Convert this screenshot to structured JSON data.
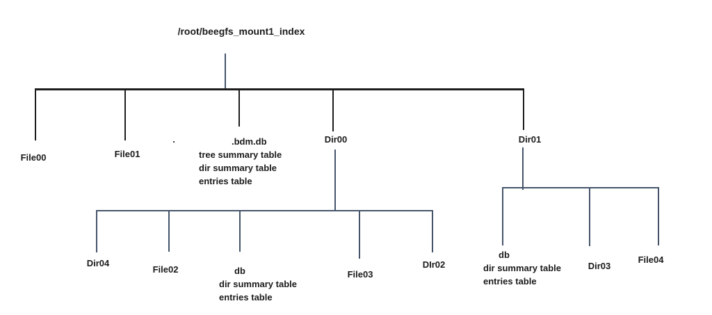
{
  "diagram_title": "/root/beegfs_mount1_index directory tree",
  "colors": {
    "background": "#ffffff",
    "line_primary": "#1c1c1c",
    "line_secondary": "#44546a",
    "text": "#1a1a1a"
  },
  "tree": {
    "label": "/root/beegfs_mount1_index",
    "children": [
      {
        "label": "File00"
      },
      {
        "label": "File01"
      },
      {
        "label": "."
      },
      {
        "label": ".bdm.db",
        "sublabels": [
          "tree summary table",
          "dir summary table",
          "entries table"
        ]
      },
      {
        "label": "Dir00",
        "children": [
          {
            "label": "Dir04"
          },
          {
            "label": "File02"
          },
          {
            "label": "db",
            "sublabels": [
              "dir summary table",
              "entries table"
            ]
          },
          {
            "label": "File03"
          },
          {
            "label": "DIr02"
          }
        ]
      },
      {
        "label": "Dir01",
        "children": [
          {
            "label": "db",
            "sublabels": [
              "dir summary table",
              "entries table"
            ]
          },
          {
            "label": "Dir03"
          },
          {
            "label": "File04"
          }
        ]
      }
    ]
  }
}
